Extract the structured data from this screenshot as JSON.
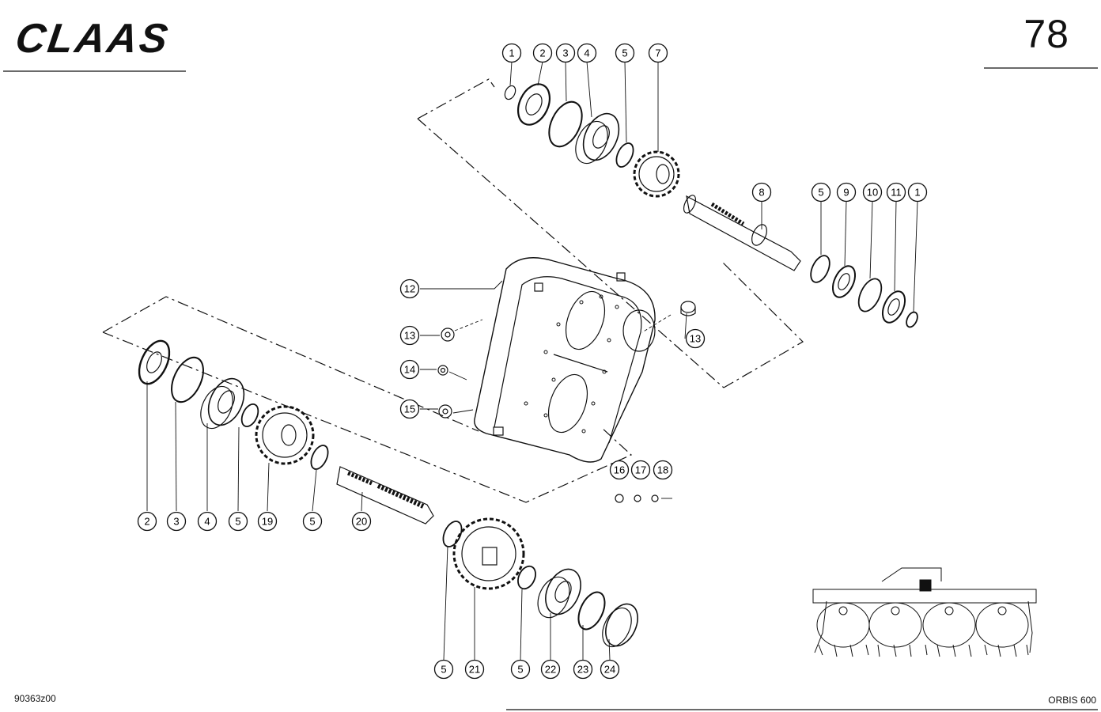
{
  "brand": {
    "logo_text": "CLAAS"
  },
  "page": {
    "number": "78"
  },
  "footer": {
    "drawing_code": "90363z00",
    "model": "ORBIS 600"
  },
  "callouts": [
    {
      "id": "c-top-1",
      "label": "1"
    },
    {
      "id": "c-top-2",
      "label": "2"
    },
    {
      "id": "c-top-3",
      "label": "3"
    },
    {
      "id": "c-top-4",
      "label": "4"
    },
    {
      "id": "c-top-5",
      "label": "5"
    },
    {
      "id": "c-top-7",
      "label": "7"
    },
    {
      "id": "c-8",
      "label": "8"
    },
    {
      "id": "c-5b",
      "label": "5"
    },
    {
      "id": "c-9",
      "label": "9"
    },
    {
      "id": "c-10",
      "label": "10"
    },
    {
      "id": "c-11",
      "label": "11"
    },
    {
      "id": "c-1b",
      "label": "1"
    },
    {
      "id": "c-12",
      "label": "12"
    },
    {
      "id": "c-13a",
      "label": "13"
    },
    {
      "id": "c-13b",
      "label": "13"
    },
    {
      "id": "c-14",
      "label": "14"
    },
    {
      "id": "c-15",
      "label": "15"
    },
    {
      "id": "c-16",
      "label": "16"
    },
    {
      "id": "c-17",
      "label": "17"
    },
    {
      "id": "c-18",
      "label": "18"
    },
    {
      "id": "c-l2",
      "label": "2"
    },
    {
      "id": "c-l3",
      "label": "3"
    },
    {
      "id": "c-l4",
      "label": "4"
    },
    {
      "id": "c-l5",
      "label": "5"
    },
    {
      "id": "c-19",
      "label": "19"
    },
    {
      "id": "c-l5b",
      "label": "5"
    },
    {
      "id": "c-20",
      "label": "20"
    },
    {
      "id": "c-b5",
      "label": "5"
    },
    {
      "id": "c-21",
      "label": "21"
    },
    {
      "id": "c-b5b",
      "label": "5"
    },
    {
      "id": "c-22",
      "label": "22"
    },
    {
      "id": "c-23",
      "label": "23"
    },
    {
      "id": "c-24",
      "label": "24"
    }
  ]
}
